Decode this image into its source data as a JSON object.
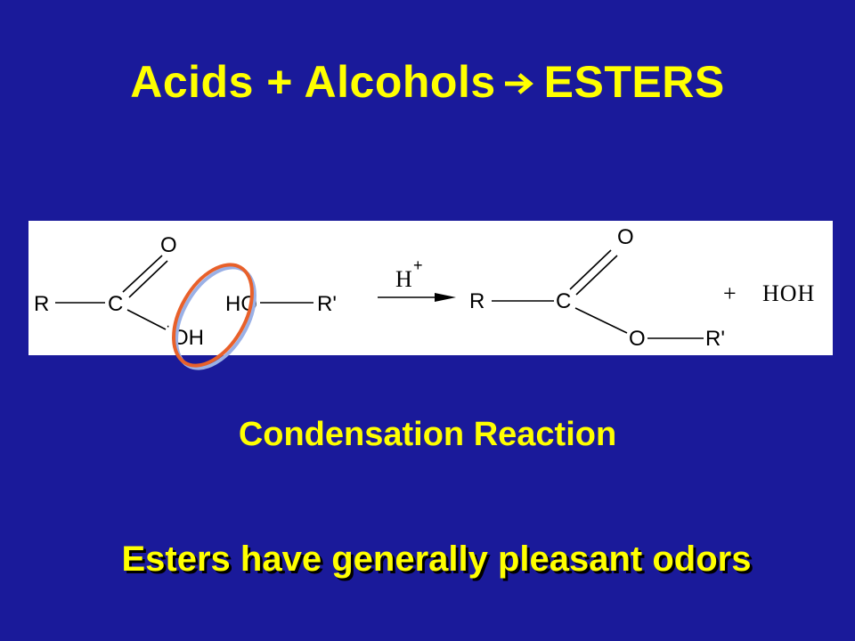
{
  "slide": {
    "title_left": "Acids + Alcohols",
    "title_arrow_icon": "right-arrow-icon",
    "title_right": "ESTERS",
    "subtitle": "Condensation Reaction",
    "footer": "Esters have generally pleasant odors",
    "colors": {
      "background": "#1a1a9a",
      "text": "#ffff00",
      "highlight_ring": "#e8602a",
      "highlight_ring_shadow": "#9ab0e6"
    }
  },
  "reaction": {
    "acid": {
      "r_group": "R",
      "carbon": "C",
      "carbonyl_oxygen": "O",
      "hydroxyl": "OH",
      "hydroxyl_dot": "·"
    },
    "alcohol": {
      "hydrogen_oxygen": "HO",
      "r_prime": "R'"
    },
    "catalyst": {
      "base": "H",
      "charge": "+"
    },
    "ester": {
      "r_group": "R",
      "carbon": "C",
      "carbonyl_oxygen": "O",
      "ether_oxygen": "O",
      "r_prime": "R'"
    },
    "byproduct": {
      "plus": "+",
      "water": "HOH"
    }
  }
}
